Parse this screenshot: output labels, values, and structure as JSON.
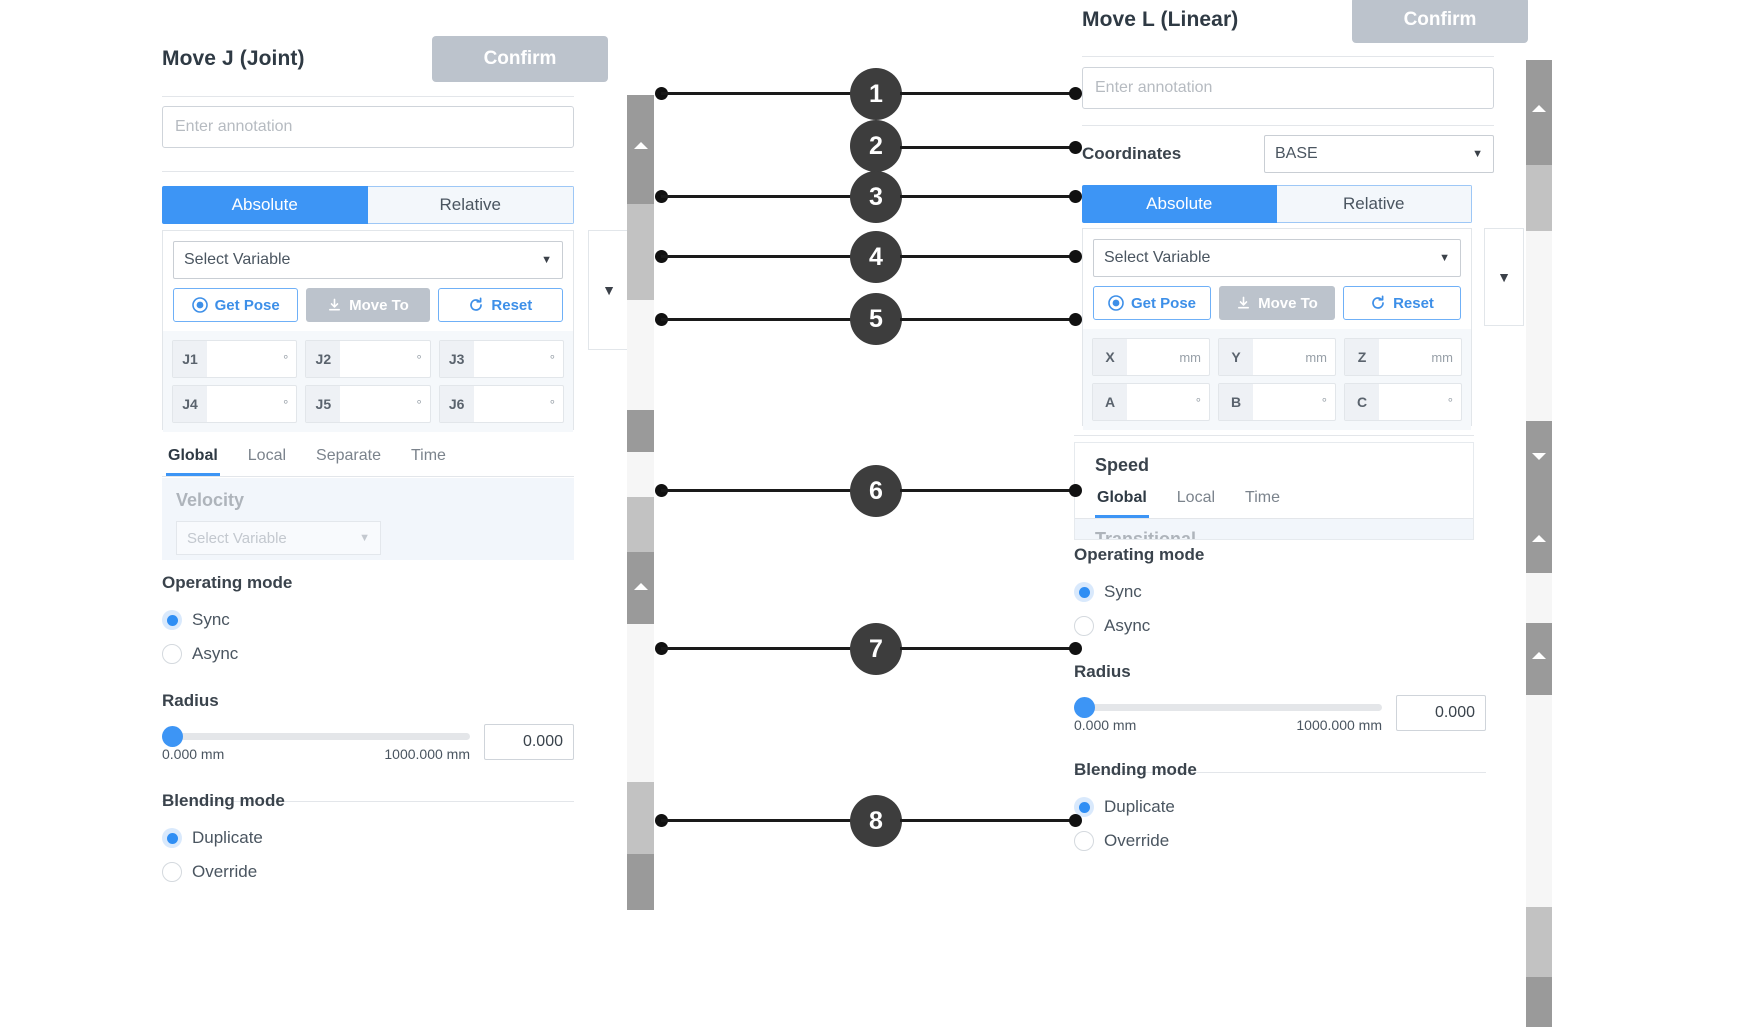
{
  "left_panel": {
    "title": "Move J (Joint)",
    "confirm_label": "Confirm",
    "annotation_placeholder": "Enter annotation",
    "mode_tabs": {
      "absolute": "Absolute",
      "relative": "Relative"
    },
    "variable_select": "Select Variable",
    "actions": {
      "get_pose": "Get Pose",
      "move_to": "Move To",
      "reset": "Reset"
    },
    "joint_fields": [
      {
        "label": "J1",
        "value": "",
        "unit": "°"
      },
      {
        "label": "J2",
        "value": "",
        "unit": "°"
      },
      {
        "label": "J3",
        "value": "",
        "unit": "°"
      },
      {
        "label": "J4",
        "value": "",
        "unit": "°"
      },
      {
        "label": "J5",
        "value": "",
        "unit": "°"
      },
      {
        "label": "J6",
        "value": "",
        "unit": "°"
      }
    ],
    "speed_tabs": [
      "Global",
      "Local",
      "Separate",
      "Time"
    ],
    "speed_active_tab": "Global",
    "velocity_label": "Velocity",
    "velocity_select": "Select Variable",
    "operating_mode": {
      "title": "Operating mode",
      "options": [
        "Sync",
        "Async"
      ],
      "selected": "Sync"
    },
    "radius": {
      "title": "Radius",
      "min_label": "0.000 mm",
      "max_label": "1000.000 mm",
      "value": "0.000"
    },
    "blending_mode": {
      "title": "Blending mode",
      "options": [
        "Duplicate",
        "Override"
      ],
      "selected": "Duplicate"
    }
  },
  "right_panel": {
    "title": "Move L (Linear)",
    "confirm_label": "Confirm",
    "annotation_placeholder": "Enter annotation",
    "coordinates_label": "Coordinates",
    "coordinates_value": "BASE",
    "mode_tabs": {
      "absolute": "Absolute",
      "relative": "Relative"
    },
    "variable_select": "Select Variable",
    "actions": {
      "get_pose": "Get Pose",
      "move_to": "Move To",
      "reset": "Reset"
    },
    "pose_fields": [
      {
        "label": "X",
        "value": "",
        "unit": "mm"
      },
      {
        "label": "Y",
        "value": "",
        "unit": "mm"
      },
      {
        "label": "Z",
        "value": "",
        "unit": "mm"
      },
      {
        "label": "A",
        "value": "",
        "unit": "°"
      },
      {
        "label": "B",
        "value": "",
        "unit": "°"
      },
      {
        "label": "C",
        "value": "",
        "unit": "°"
      }
    ],
    "speed_title": "Speed",
    "speed_tabs": [
      "Global",
      "Local",
      "Time"
    ],
    "speed_active_tab": "Global",
    "transitional_label": "Transitional",
    "operating_mode": {
      "title": "Operating mode",
      "options": [
        "Sync",
        "Async"
      ],
      "selected": "Sync"
    },
    "radius": {
      "title": "Radius",
      "min_label": "0.000 mm",
      "max_label": "1000.000 mm",
      "value": "0.000"
    },
    "blending_mode": {
      "title": "Blending mode",
      "options": [
        "Duplicate",
        "Override"
      ],
      "selected": "Duplicate"
    }
  },
  "callouts": [
    {
      "number": "1"
    },
    {
      "number": "2"
    },
    {
      "number": "3"
    },
    {
      "number": "4"
    },
    {
      "number": "5"
    },
    {
      "number": "6"
    },
    {
      "number": "7"
    },
    {
      "number": "8"
    }
  ],
  "colors": {
    "accent_blue": "#3d95f5",
    "disabled_gray": "#bcc3cc",
    "callout_dark": "#3d3d3d",
    "field_bg": "#f5f8fb"
  }
}
